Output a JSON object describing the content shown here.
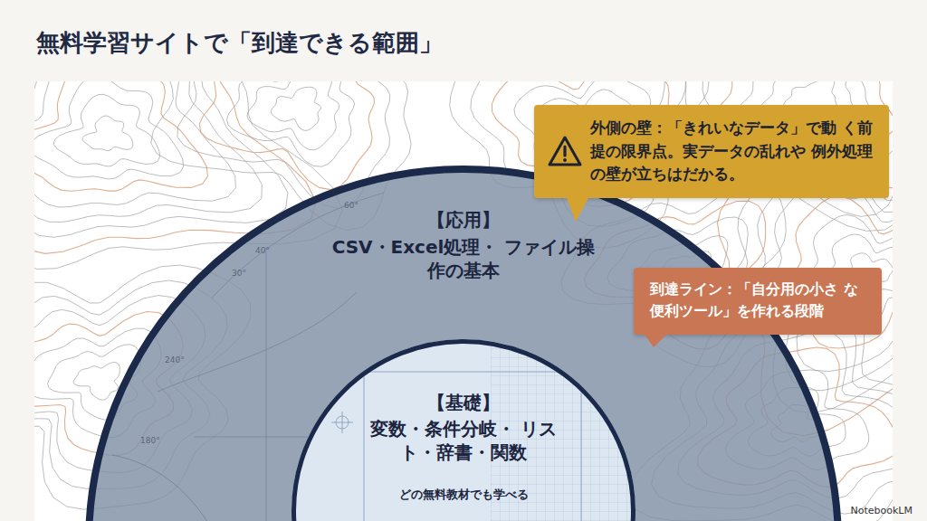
{
  "diagram": {
    "title": "無料学習サイトで「到達できる範囲」",
    "nodes": [
      {
        "text": [
          "【応用】",
          "CSV・Excel処理・ ファイル操作の基本"
        ]
      },
      {
        "text": [
          "【基礎】",
          "変数・条件分岐・ リスト・辞書・関数",
          "どの無料教材でも学べる"
        ],
        "in": 0
      },
      {
        "text": [
          "外側の壁：「きれいなデータ」で動 く前提の限界点。実データの乱れや 例外処理の壁が立ちはだかる。"
        ]
      },
      {
        "text": [
          "到達ライン：「自分用の小さ な便利ツール」を作れる段階"
        ]
      }
    ],
    "labels": [
      "60°",
      "40°",
      "30°",
      "240°",
      "180°",
      "NotebookLM"
    ]
  }
}
